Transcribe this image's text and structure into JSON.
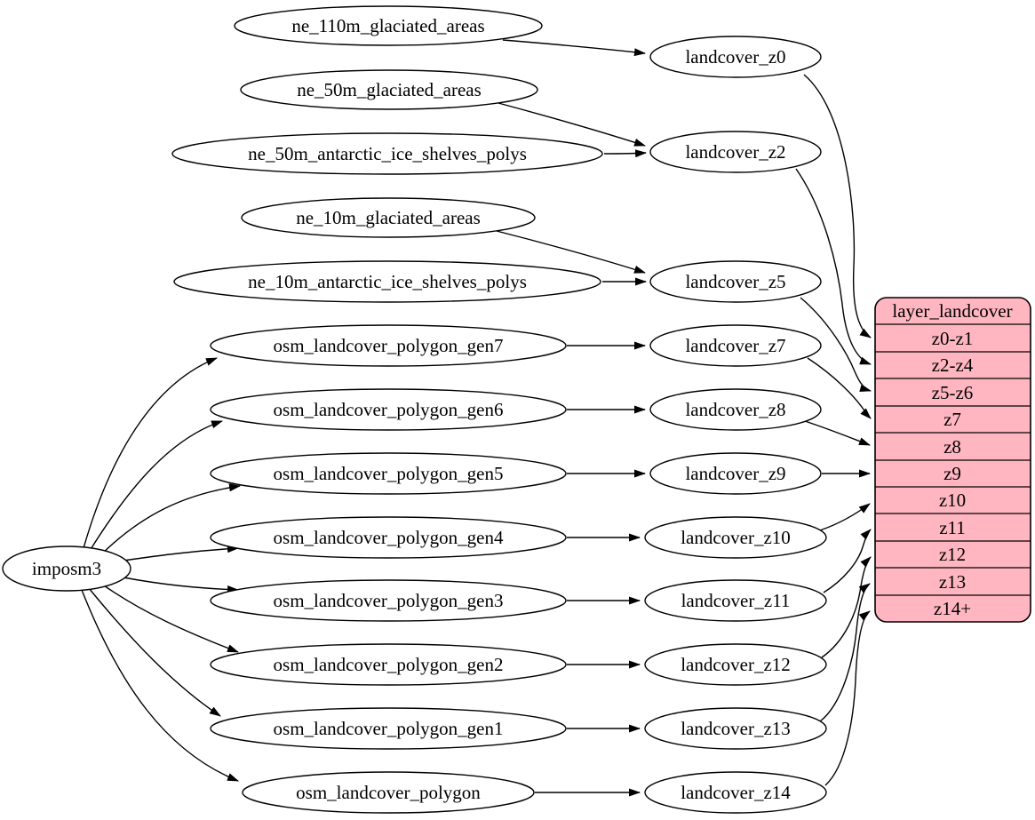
{
  "diagram": {
    "type": "graphviz-digraph",
    "background": "#ffffff",
    "node_fill": "#ffffff",
    "node_stroke": "#000000",
    "edge_color": "#000000",
    "nodes": [
      {
        "id": "imposm3",
        "label": "imposm3"
      },
      {
        "id": "ne_110m_glaciated_areas",
        "label": "ne_110m_glaciated_areas"
      },
      {
        "id": "ne_50m_glaciated_areas",
        "label": "ne_50m_glaciated_areas"
      },
      {
        "id": "ne_50m_antarctic_ice_shelves_polys",
        "label": "ne_50m_antarctic_ice_shelves_polys"
      },
      {
        "id": "ne_10m_glaciated_areas",
        "label": "ne_10m_glaciated_areas"
      },
      {
        "id": "ne_10m_antarctic_ice_shelves_polys",
        "label": "ne_10m_antarctic_ice_shelves_polys"
      },
      {
        "id": "osm_landcover_polygon_gen7",
        "label": "osm_landcover_polygon_gen7"
      },
      {
        "id": "osm_landcover_polygon_gen6",
        "label": "osm_landcover_polygon_gen6"
      },
      {
        "id": "osm_landcover_polygon_gen5",
        "label": "osm_landcover_polygon_gen5"
      },
      {
        "id": "osm_landcover_polygon_gen4",
        "label": "osm_landcover_polygon_gen4"
      },
      {
        "id": "osm_landcover_polygon_gen3",
        "label": "osm_landcover_polygon_gen3"
      },
      {
        "id": "osm_landcover_polygon_gen2",
        "label": "osm_landcover_polygon_gen2"
      },
      {
        "id": "osm_landcover_polygon_gen1",
        "label": "osm_landcover_polygon_gen1"
      },
      {
        "id": "osm_landcover_polygon",
        "label": "osm_landcover_polygon"
      },
      {
        "id": "landcover_z0",
        "label": "landcover_z0"
      },
      {
        "id": "landcover_z2",
        "label": "landcover_z2"
      },
      {
        "id": "landcover_z5",
        "label": "landcover_z5"
      },
      {
        "id": "landcover_z7",
        "label": "landcover_z7"
      },
      {
        "id": "landcover_z8",
        "label": "landcover_z8"
      },
      {
        "id": "landcover_z9",
        "label": "landcover_z9"
      },
      {
        "id": "landcover_z10",
        "label": "landcover_z10"
      },
      {
        "id": "landcover_z11",
        "label": "landcover_z11"
      },
      {
        "id": "landcover_z12",
        "label": "landcover_z12"
      },
      {
        "id": "landcover_z13",
        "label": "landcover_z13"
      },
      {
        "id": "landcover_z14",
        "label": "landcover_z14"
      }
    ],
    "table": {
      "title": "layer_landcover",
      "rows": [
        "z0-z1",
        "z2-z4",
        "z5-z6",
        "z7",
        "z8",
        "z9",
        "z10",
        "z11",
        "z12",
        "z13",
        "z14+"
      ],
      "fill": "#ffb6c1",
      "stroke": "#000000"
    },
    "edges": [
      {
        "from": "ne_110m_glaciated_areas",
        "to": "landcover_z0"
      },
      {
        "from": "ne_50m_glaciated_areas",
        "to": "landcover_z2"
      },
      {
        "from": "ne_50m_antarctic_ice_shelves_polys",
        "to": "landcover_z2"
      },
      {
        "from": "ne_10m_glaciated_areas",
        "to": "landcover_z5"
      },
      {
        "from": "ne_10m_antarctic_ice_shelves_polys",
        "to": "landcover_z5"
      },
      {
        "from": "imposm3",
        "to": "osm_landcover_polygon_gen7"
      },
      {
        "from": "imposm3",
        "to": "osm_landcover_polygon_gen6"
      },
      {
        "from": "imposm3",
        "to": "osm_landcover_polygon_gen5"
      },
      {
        "from": "imposm3",
        "to": "osm_landcover_polygon_gen4"
      },
      {
        "from": "imposm3",
        "to": "osm_landcover_polygon_gen3"
      },
      {
        "from": "imposm3",
        "to": "osm_landcover_polygon_gen2"
      },
      {
        "from": "imposm3",
        "to": "osm_landcover_polygon_gen1"
      },
      {
        "from": "imposm3",
        "to": "osm_landcover_polygon"
      },
      {
        "from": "osm_landcover_polygon_gen7",
        "to": "landcover_z7"
      },
      {
        "from": "osm_landcover_polygon_gen6",
        "to": "landcover_z8"
      },
      {
        "from": "osm_landcover_polygon_gen5",
        "to": "landcover_z9"
      },
      {
        "from": "osm_landcover_polygon_gen4",
        "to": "landcover_z10"
      },
      {
        "from": "osm_landcover_polygon_gen3",
        "to": "landcover_z11"
      },
      {
        "from": "osm_landcover_polygon_gen2",
        "to": "landcover_z12"
      },
      {
        "from": "osm_landcover_polygon_gen1",
        "to": "landcover_z13"
      },
      {
        "from": "osm_landcover_polygon",
        "to": "landcover_z14"
      },
      {
        "from": "landcover_z0",
        "to": "layer_landcover.z0-z1"
      },
      {
        "from": "landcover_z2",
        "to": "layer_landcover.z2-z4"
      },
      {
        "from": "landcover_z5",
        "to": "layer_landcover.z5-z6"
      },
      {
        "from": "landcover_z7",
        "to": "layer_landcover.z7"
      },
      {
        "from": "landcover_z8",
        "to": "layer_landcover.z8"
      },
      {
        "from": "landcover_z9",
        "to": "layer_landcover.z9"
      },
      {
        "from": "landcover_z10",
        "to": "layer_landcover.z10"
      },
      {
        "from": "landcover_z11",
        "to": "layer_landcover.z11"
      },
      {
        "from": "landcover_z12",
        "to": "layer_landcover.z12"
      },
      {
        "from": "landcover_z13",
        "to": "layer_landcover.z13"
      },
      {
        "from": "landcover_z14",
        "to": "layer_landcover.z14+"
      }
    ]
  }
}
